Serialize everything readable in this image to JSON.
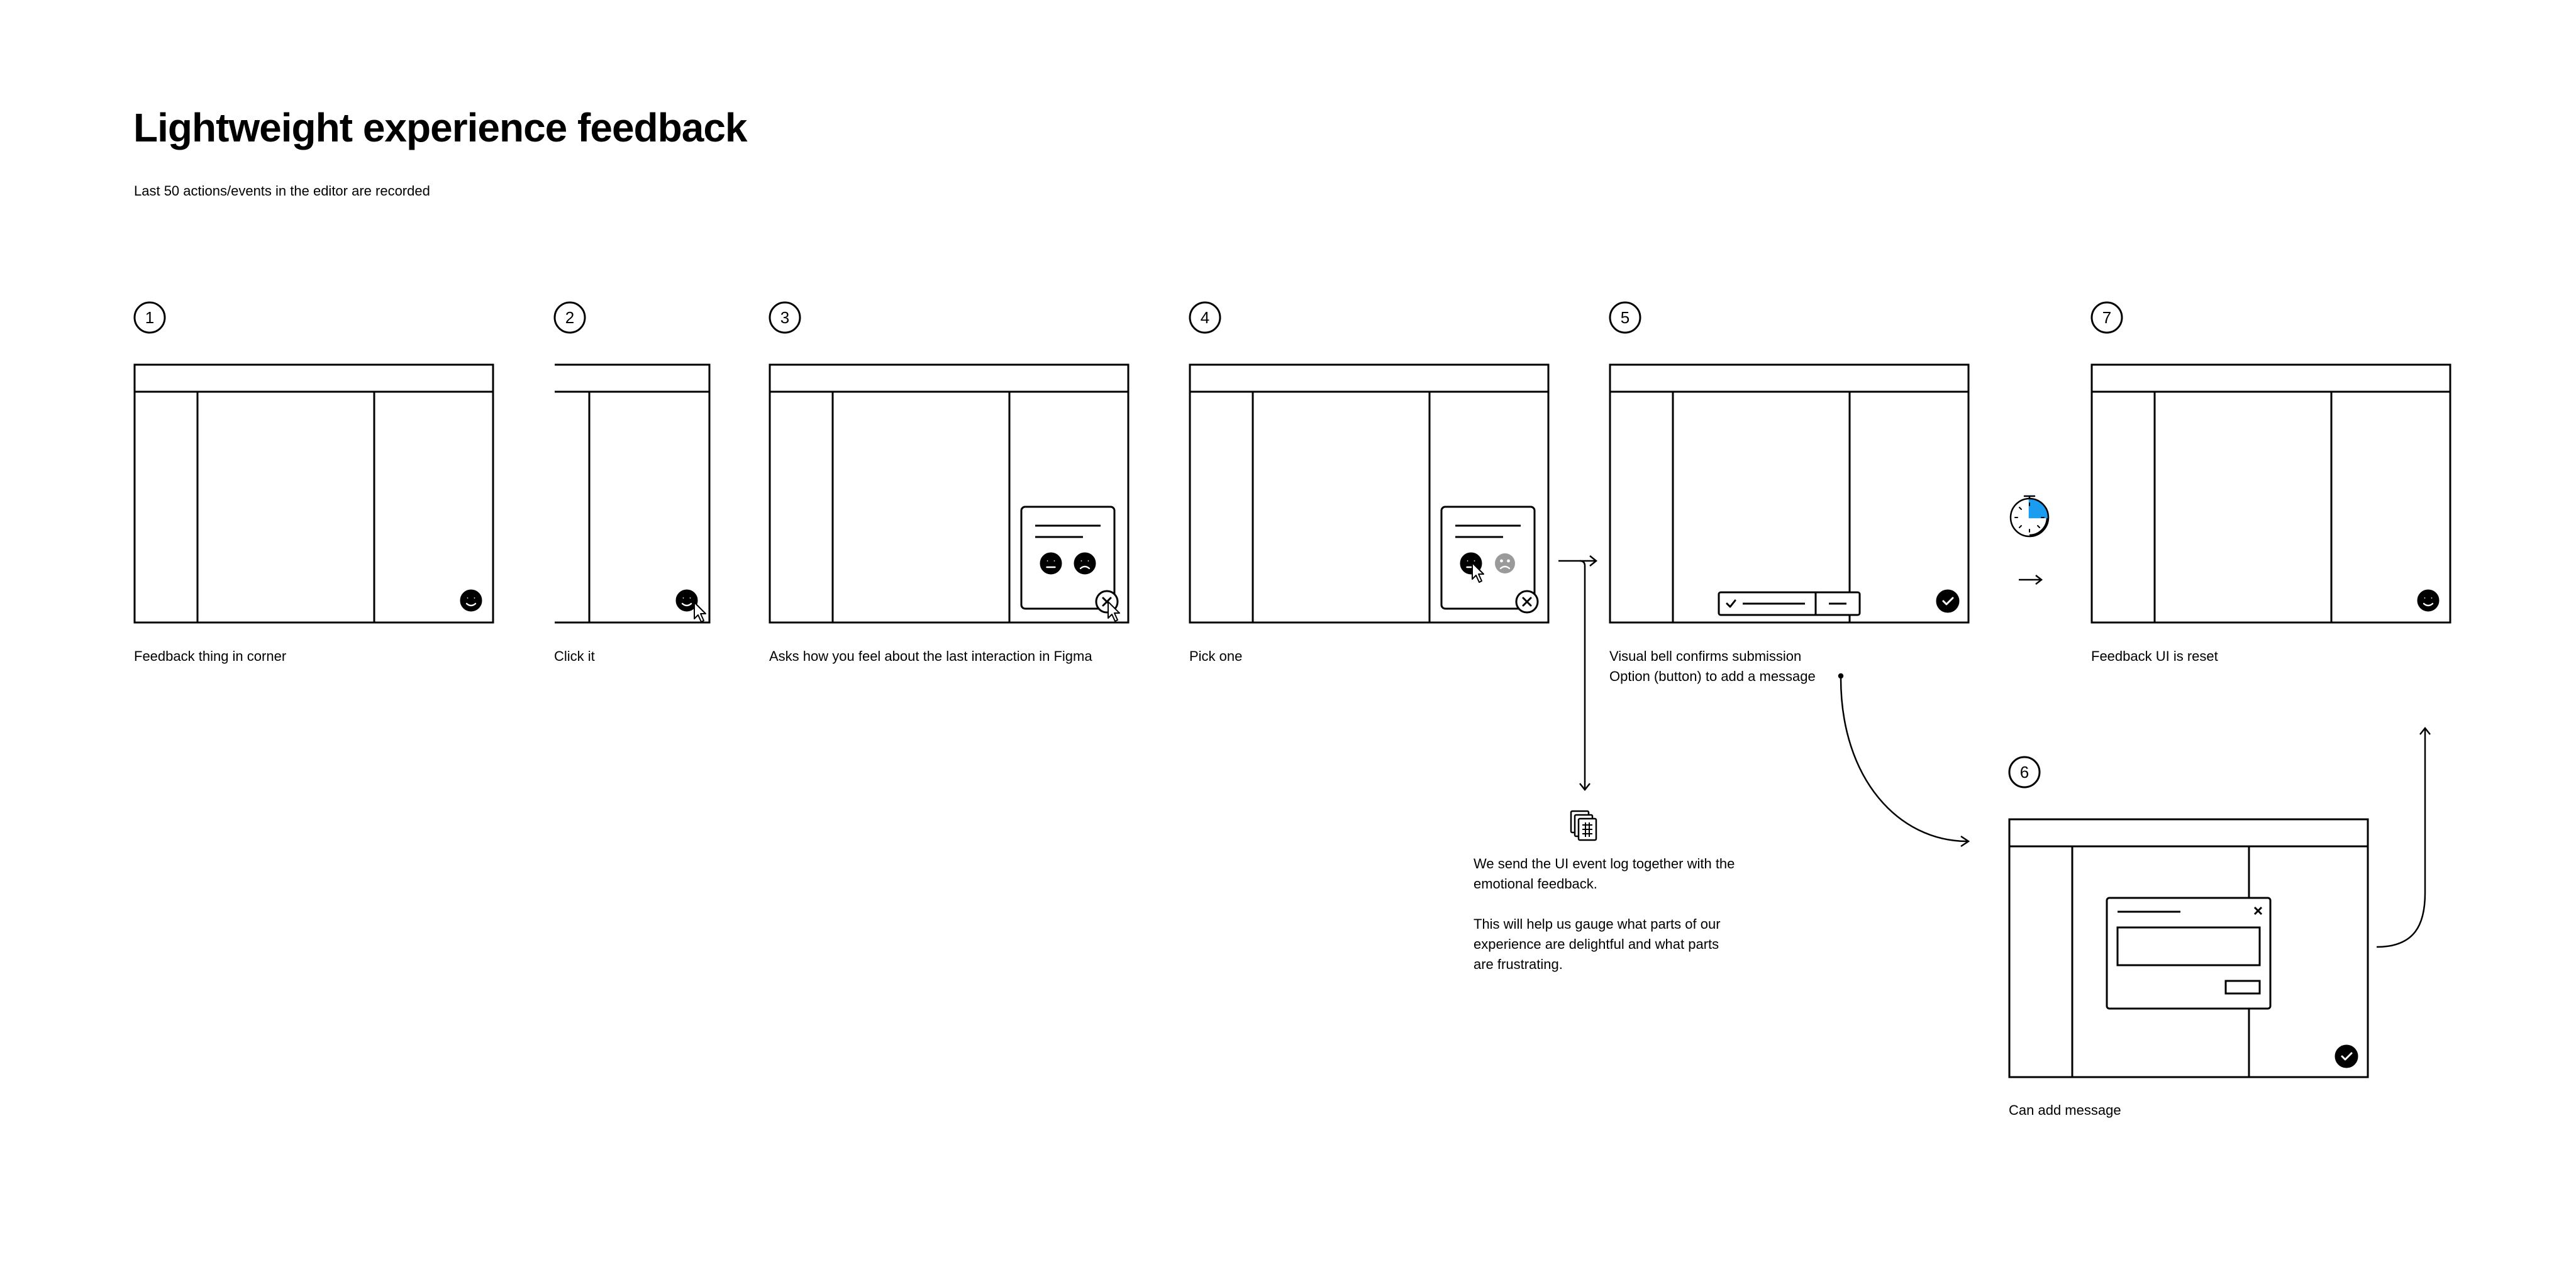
{
  "page": {
    "title": "Lightweight experience feedback",
    "subtitle": "Last 50 actions/events in the editor are recorded"
  },
  "steps": [
    {
      "number": "1",
      "caption": "Feedback thing in corner"
    },
    {
      "number": "2",
      "caption": "Click it"
    },
    {
      "number": "3",
      "caption": "Asks how you feel about the last interaction in Figma"
    },
    {
      "number": "4",
      "caption": "Pick one"
    },
    {
      "number": "5",
      "caption_line1": "Visual bell confirms submission",
      "caption_line2": "Option (button) to add a message"
    },
    {
      "number": "6",
      "caption": "Can add message"
    },
    {
      "number": "7",
      "caption": "Feedback UI is reset"
    }
  ],
  "note": {
    "paragraph1": "We send the UI event log together with the emotional feedback.",
    "paragraph2": "This will help us gauge what parts of our experience are delightful and what parts are frustrating."
  },
  "icons": {
    "timer": "stopwatch-icon",
    "event_log": "stacked-documents-icon",
    "feedback": "smiley-face-icon",
    "confirm": "check-circle-icon"
  },
  "colors": {
    "stroke": "#000000",
    "accent": "#1a9cf0",
    "muted": "#9a9a9a"
  }
}
